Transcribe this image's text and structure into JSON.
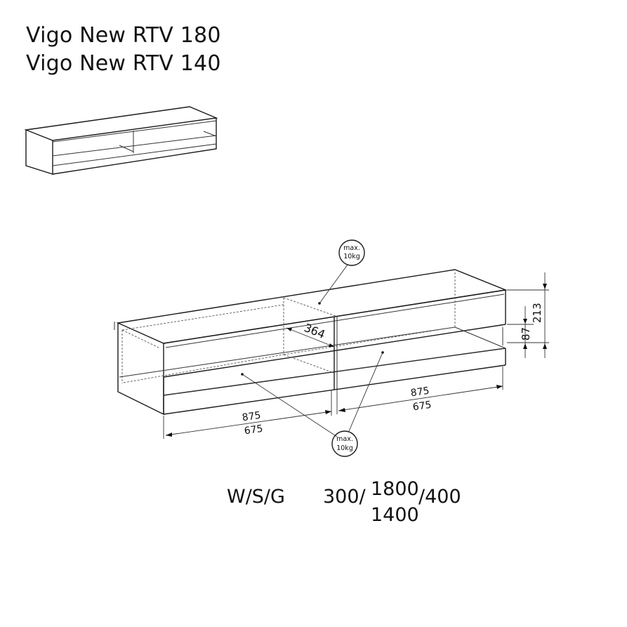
{
  "titles": [
    "Vigo New RTV 180",
    "Vigo New RTV 140"
  ],
  "load_labels": [
    {
      "line1": "max.",
      "line2": "10kg"
    },
    {
      "line1": "max.",
      "line2": "10kg"
    }
  ],
  "dims": {
    "depth": "364",
    "height_total": "213",
    "height_shelf": "87",
    "width_left_top": "875",
    "width_left_bottom": "675",
    "width_right_top": "875",
    "width_right_bottom": "675"
  },
  "spec": {
    "label": "W/S/G",
    "w": "300/",
    "s_top": "1800",
    "s_bottom": "1400",
    "g": "/400"
  }
}
